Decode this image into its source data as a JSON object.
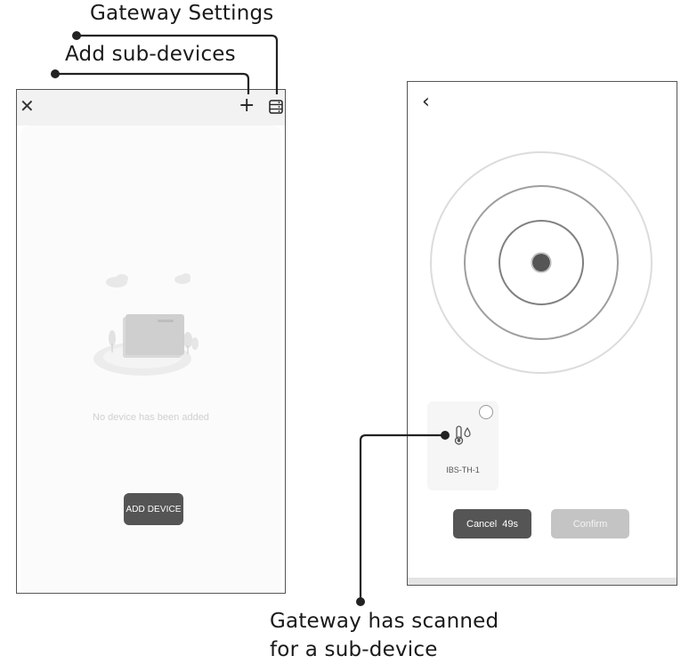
{
  "callouts": {
    "gateway_settings": "Gateway Settings",
    "add_sub_devices": "Add sub-devices",
    "scanned_line1": "Gateway has scanned",
    "scanned_line2": "for a sub-device"
  },
  "left_screen": {
    "close_icon": "close-icon",
    "add_icon": "plus-icon",
    "settings_icon": "gateway-settings-icon",
    "empty_text": "No device has been added",
    "add_button": "ADD DEVICE"
  },
  "right_screen": {
    "back_icon": "back-chevron-icon",
    "device_name": "IBS-TH-1",
    "device_icon": "thermometer-humidity-icon",
    "cancel_label": "Cancel",
    "countdown": "49s",
    "confirm_label": "Confirm"
  },
  "colors": {
    "dark_button": "#555555",
    "disabled_button": "#c4c4c4",
    "line": "#222222"
  }
}
